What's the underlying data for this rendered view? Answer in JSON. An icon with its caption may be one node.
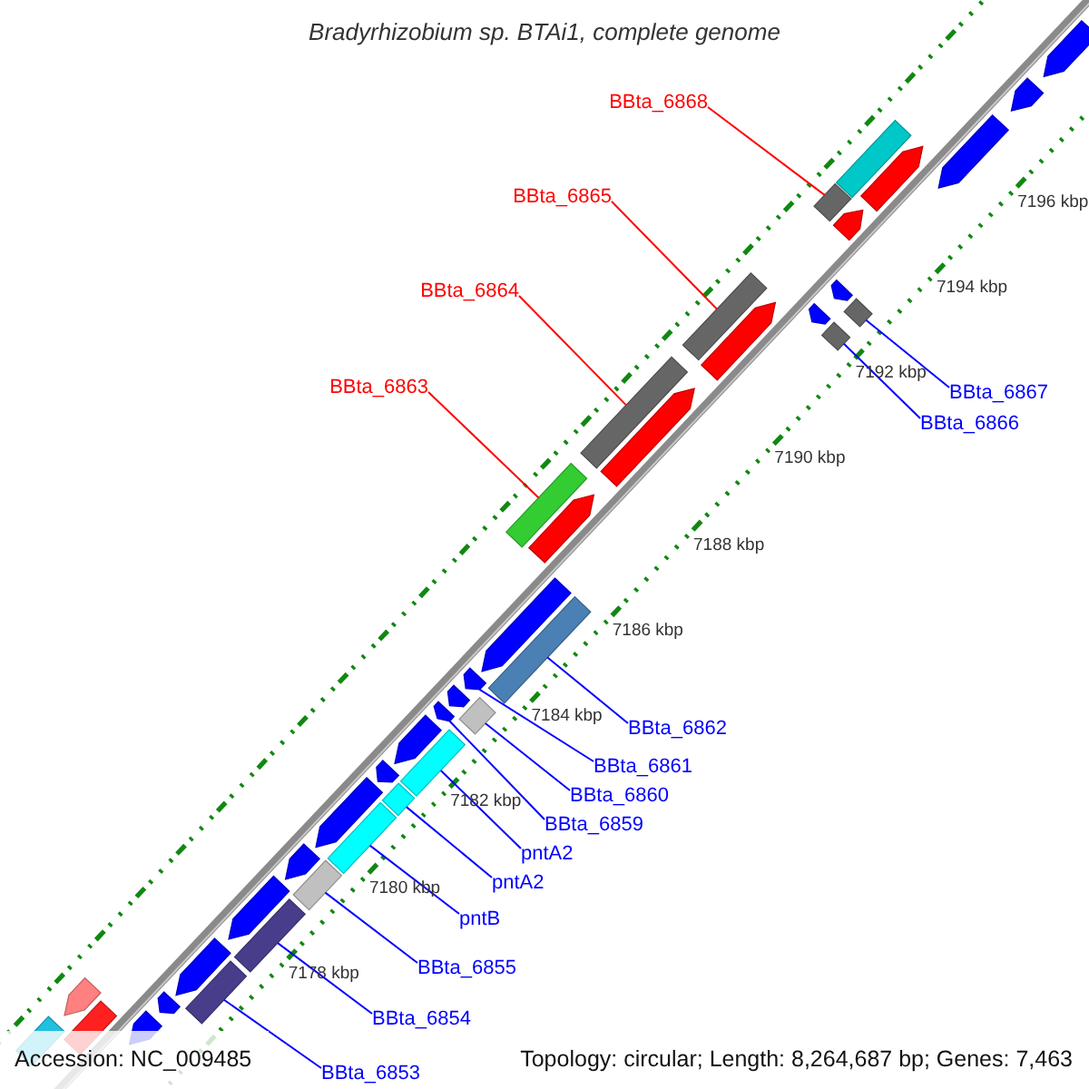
{
  "diagram": {
    "title": "Bradyrhizobium sp. BTAi1, complete genome",
    "nodes": [
      {
        "text": [
          "BBta_6868"
        ]
      },
      {
        "text": [],
        "shape": "bar"
      },
      {
        "text": [
          "BBta_6865"
        ]
      },
      {
        "text": [],
        "shape": "bar"
      },
      {
        "text": [
          "BBta_6864"
        ]
      },
      {
        "text": [],
        "shape": "bar"
      },
      {
        "text": [
          "BBta_6863"
        ]
      },
      {
        "text": [],
        "shape": "bar"
      },
      {
        "text": [
          "BBta_6867"
        ]
      },
      {
        "text": [],
        "shape": "bar"
      },
      {
        "text": [
          "BBta_6866"
        ]
      },
      {
        "text": [],
        "shape": "bar"
      },
      {
        "text": [
          "BBta_6862"
        ]
      },
      {
        "text": [],
        "shape": "bar"
      },
      {
        "text": [
          "BBta_6861"
        ]
      },
      {
        "text": [],
        "shape": "pentagon"
      },
      {
        "text": [
          "BBta_6860"
        ]
      },
      {
        "text": [],
        "shape": "bar"
      },
      {
        "text": [
          "BBta_6859"
        ]
      },
      {
        "text": [],
        "shape": "pentagon"
      },
      {
        "text": [
          "pntA2"
        ]
      },
      {
        "text": [],
        "shape": "bar"
      },
      {
        "text": [
          "pntA2"
        ]
      },
      {
        "text": [],
        "shape": "bar"
      },
      {
        "text": [
          "pntB"
        ]
      },
      {
        "text": [],
        "shape": "bar"
      },
      {
        "text": [
          "BBta_6855"
        ]
      },
      {
        "text": [],
        "shape": "bar"
      },
      {
        "text": [
          "BBta_6854"
        ]
      },
      {
        "text": [],
        "shape": "bar"
      },
      {
        "text": [
          "BBta_6853"
        ]
      },
      {
        "text": [],
        "shape": "bar"
      },
      {
        "text": [],
        "shape": "pentagon"
      },
      {
        "text": [],
        "shape": "pentagon"
      },
      {
        "text": [],
        "shape": "pentagon"
      },
      {
        "text": [],
        "shape": "pentagon"
      },
      {
        "text": [],
        "shape": "bar"
      },
      {
        "text": [],
        "shape": "pentagon"
      },
      {
        "text": [],
        "shape": "pentagon"
      },
      {
        "text": [],
        "shape": "pentagon"
      },
      {
        "text": [],
        "shape": "pentagon"
      },
      {
        "text": [],
        "shape": "pentagon"
      },
      {
        "text": [],
        "shape": "pentagon"
      },
      {
        "text": [],
        "shape": "pentagon"
      },
      {
        "text": [],
        "shape": "pentagon"
      },
      {
        "text": [],
        "shape": "pentagon"
      },
      {
        "text": [],
        "shape": "pentagon"
      },
      {
        "text": [],
        "shape": "pentagon"
      },
      {
        "text": [],
        "shape": "pentagon"
      },
      {
        "text": [],
        "shape": "pentagon"
      },
      {
        "text": [],
        "shape": "pentagon"
      },
      {
        "text": [],
        "shape": "pentagon"
      },
      {
        "text": [],
        "shape": "pentagon"
      },
      {
        "text": [],
        "shape": "pentagon"
      },
      {
        "text": [],
        "shape": "bar"
      },
      {
        "text": [],
        "shape": "bar"
      }
    ],
    "edges": [
      {
        "from": 0,
        "to": 1,
        "arrow": "none",
        "color": "#ff0000"
      },
      {
        "from": 2,
        "to": 3,
        "arrow": "none",
        "color": "#ff0000"
      },
      {
        "from": 4,
        "to": 5,
        "arrow": "none",
        "color": "#ff0000"
      },
      {
        "from": 6,
        "to": 7,
        "arrow": "none",
        "color": "#ff0000"
      },
      {
        "from": 8,
        "to": 9,
        "arrow": "none"
      },
      {
        "from": 10,
        "to": 11,
        "arrow": "none"
      },
      {
        "from": 12,
        "to": 13,
        "arrow": "none"
      },
      {
        "from": 14,
        "to": 15,
        "arrow": "none"
      },
      {
        "from": 16,
        "to": 17,
        "arrow": "none"
      },
      {
        "from": 18,
        "to": 19,
        "arrow": "none"
      },
      {
        "from": 20,
        "to": 21,
        "arrow": "none"
      },
      {
        "from": 22,
        "to": 23,
        "arrow": "none"
      },
      {
        "from": 24,
        "to": 25,
        "arrow": "none"
      },
      {
        "from": 26,
        "to": 27,
        "arrow": "none"
      },
      {
        "from": 28,
        "to": 29,
        "arrow": "none"
      },
      {
        "from": 30,
        "to": 31,
        "arrow": "none"
      }
    ],
    "labels": [
      "7196 kbp",
      "7194 kbp",
      "7192 kbp",
      "7190 kbp",
      "7188 kbp",
      "7186 kbp",
      "7184 kbp",
      "7182 kbp",
      "7180 kbp",
      "7178 kbp",
      "Accession: NC_009485",
      "Topology: circular; Length: 8,264,687 bp; Genes: 7,463"
    ]
  }
}
